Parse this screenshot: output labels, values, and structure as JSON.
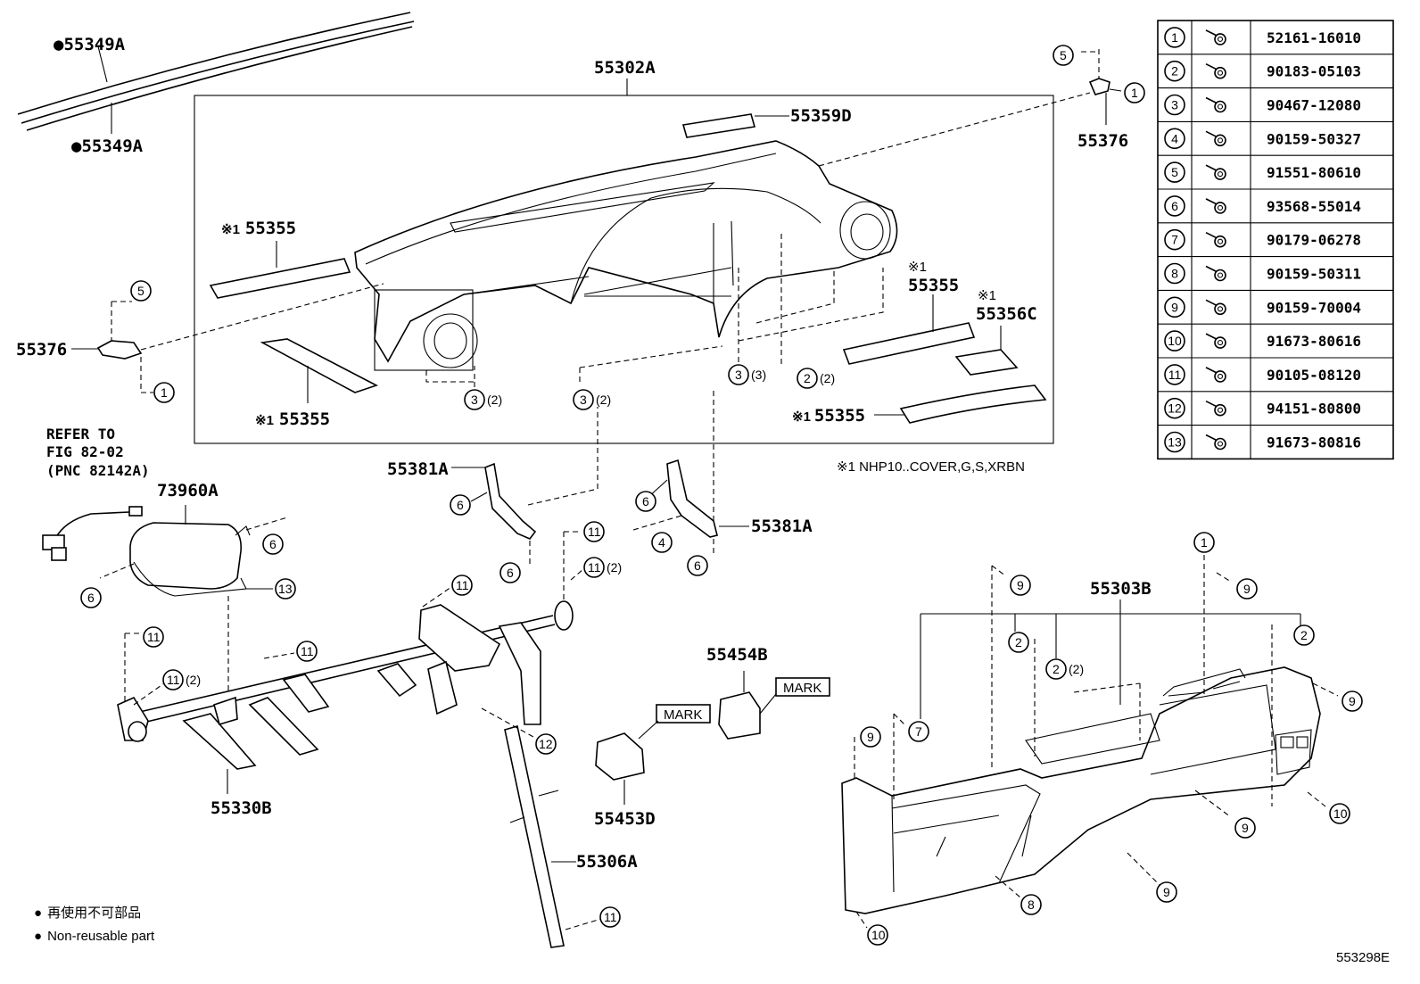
{
  "diagram": {
    "main_parts": [
      {
        "pn": "55349A",
        "mark": "●"
      },
      {
        "pn": "55349A",
        "mark": "●"
      },
      {
        "pn": "55302A"
      },
      {
        "pn": "55359D"
      },
      {
        "pn": "55376"
      },
      {
        "pn": "55376"
      },
      {
        "pn": "55355",
        "mark": "※1"
      },
      {
        "pn": "55355",
        "mark": "※1"
      },
      {
        "pn": "55355",
        "mark": "※1"
      },
      {
        "pn": "55355",
        "mark": "※1"
      },
      {
        "pn": "55356C",
        "mark": "※1"
      },
      {
        "pn": "73960A"
      },
      {
        "pn": "55381A"
      },
      {
        "pn": "55381A"
      },
      {
        "pn": "55330B"
      },
      {
        "pn": "55306A"
      },
      {
        "pn": "55454B"
      },
      {
        "pn": "55453D"
      },
      {
        "pn": "55303B"
      }
    ],
    "refer_lines": [
      "REFER TO",
      "FIG 82-02",
      "(PNC 82142A)"
    ],
    "mark_label": "MARK",
    "scope_note": "※1 NHP10..COVER,G,S,XRBN",
    "qty_two": "(2)",
    "qty_three": "(3)",
    "legend": [
      {
        "symbol": "●",
        "text": "再使用不可部品"
      },
      {
        "symbol": "●",
        "text": "Non-reusable part"
      }
    ],
    "figure_code": "553298E",
    "hardware_table": [
      {
        "no": "1",
        "part": "52161-16010"
      },
      {
        "no": "2",
        "part": "90183-05103"
      },
      {
        "no": "3",
        "part": "90467-12080"
      },
      {
        "no": "4",
        "part": "90159-50327"
      },
      {
        "no": "5",
        "part": "91551-80610"
      },
      {
        "no": "6",
        "part": "93568-55014"
      },
      {
        "no": "7",
        "part": "90179-06278"
      },
      {
        "no": "8",
        "part": "90159-50311"
      },
      {
        "no": "9",
        "part": "90159-70004"
      },
      {
        "no": "10",
        "part": "91673-80616"
      },
      {
        "no": "11",
        "part": "90105-08120"
      },
      {
        "no": "12",
        "part": "94151-80800"
      },
      {
        "no": "13",
        "part": "91673-80816"
      }
    ]
  }
}
